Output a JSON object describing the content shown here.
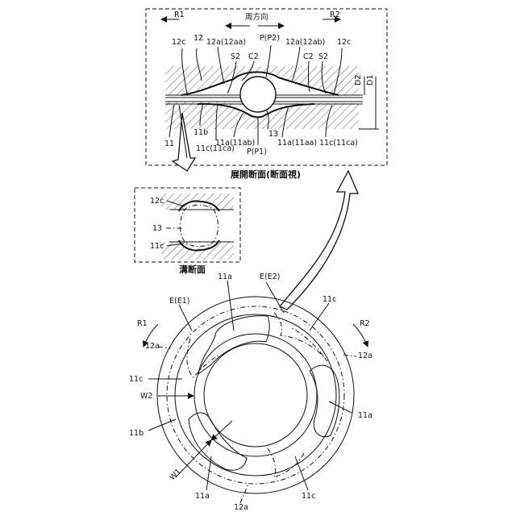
{
  "expanded_view": {
    "caption": "展開断面(断面視)",
    "direction_label": "周方向",
    "r1": "R1",
    "r2": "R2",
    "labels": {
      "l12c_left": "12c",
      "l12": "12",
      "l12a_aa": "12a(12aa)",
      "lP_P2": "P(P2)",
      "l12a_ab": "12a(12ab)",
      "l12c_right": "12c",
      "lS2_left": "S2",
      "lC2_left": "C2",
      "lC2_right": "C2",
      "lS2_right": "S2",
      "lD2": "D2",
      "lD1": "D1",
      "l11b": "11b",
      "l11": "11",
      "l11c_ca_left": "11c(11ca)",
      "l11a_ab": "11a(11ab)",
      "l13": "13",
      "lP_P1": "P(P1)",
      "l11a_aa": "11a(11aa)",
      "l11c_ca_right": "11c(11ca)"
    }
  },
  "groove_view": {
    "caption": "溝断面",
    "l12c": "12c",
    "l13": "13",
    "l11c": "11c"
  },
  "ring_view": {
    "labels": {
      "l11a_top": "11a",
      "lE_E2": "E(E2)",
      "lE_E1": "E(E1)",
      "l11c_top": "11c",
      "lR1": "R1",
      "lR2": "R2",
      "l12a_left": "12a",
      "l12a_right": "12a",
      "l11c_left": "11c",
      "lW2": "W2",
      "l11b": "11b",
      "l11a_right": "11a",
      "lW1": "W1",
      "l11a_bottom": "11a",
      "l12a_bottom": "12a",
      "l11c_bottom": "11c"
    }
  }
}
